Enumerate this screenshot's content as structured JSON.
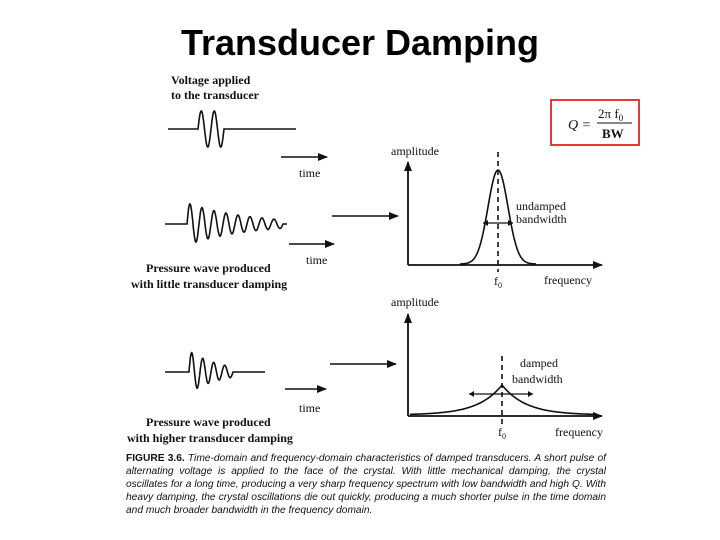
{
  "title": "Transducer Damping",
  "labels": {
    "voltage_line1": "Voltage applied",
    "voltage_line2": "to the transducer",
    "time_1": "time",
    "time_2": "time",
    "time_3": "time",
    "little_line1": "Pressure wave produced",
    "little_line2": "with little transducer damping",
    "higher_line1": "Pressure wave produced",
    "higher_line2": "with higher transducer damping",
    "amplitude_top": "amplitude",
    "amplitude_bottom": "amplitude",
    "frequency_top": "frequency",
    "frequency_bottom": "frequency",
    "f0_top": "f",
    "f0_bottom": "f",
    "f0_sub": "0",
    "undamped_line1": "undamped",
    "undamped_line2": "bandwidth",
    "damped_line1": "damped",
    "damped_line2": "bandwidth"
  },
  "equation": {
    "lhs": "Q =",
    "numerator": "2π f",
    "numerator_sub": "0",
    "denominator": "BW"
  },
  "caption": {
    "lead": "FIGURE 3.6.",
    "text": "Time-domain and frequency-domain characteristics of damped transducers. A short pulse of alternating voltage is applied to the face of the crystal. With little mechanical damping, the crystal oscillates for a long time, producing a very sharp frequency spectrum with low bandwidth and high Q. With heavy damping, the crystal oscillations die out quickly, producing a much shorter pulse in the time domain and much broader bandwidth in the frequency domain."
  },
  "colors": {
    "highlight_box": "#e23b3b"
  }
}
